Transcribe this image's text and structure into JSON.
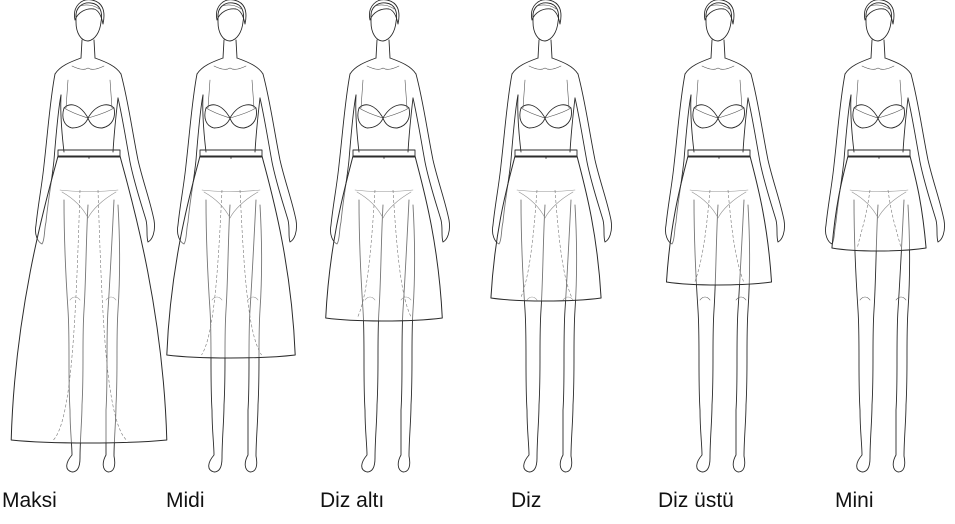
{
  "colors": {
    "background": "#ffffff",
    "line": "#2b2b2b",
    "text": "#111111"
  },
  "figures": [
    {
      "label": "Maksi"
    },
    {
      "label": "Midi"
    },
    {
      "label": "Diz altı"
    },
    {
      "label": "Diz"
    },
    {
      "label": "Diz üstü"
    },
    {
      "label": "Mini"
    }
  ]
}
